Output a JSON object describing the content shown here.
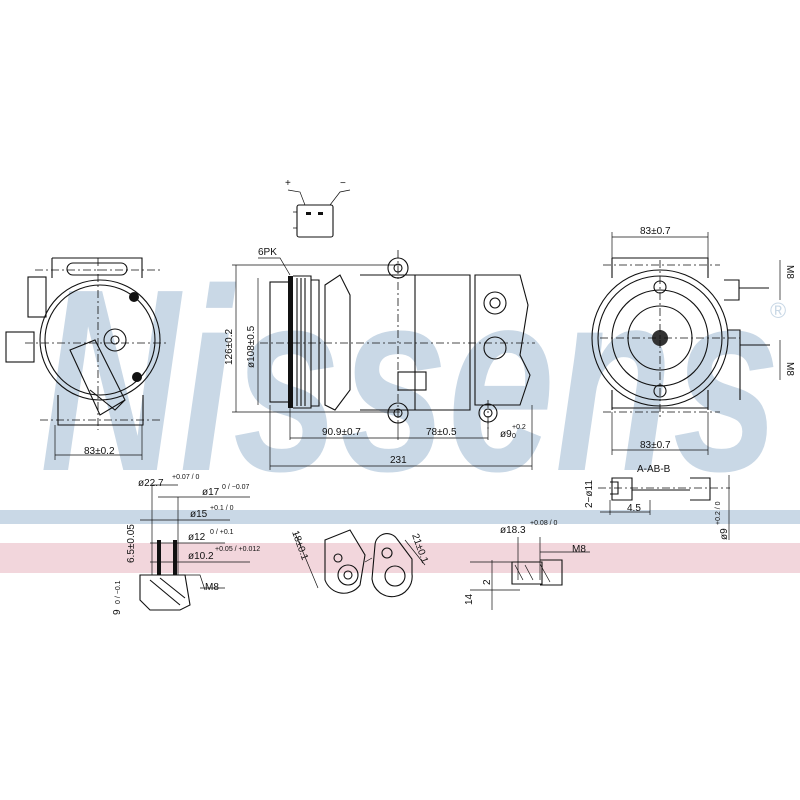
{
  "watermark": {
    "brand": "Nissens",
    "registered_mark": "®",
    "color": "#c9d8e6",
    "band_blue": "#c9d8e6",
    "band_pink": "#f2d6dc"
  },
  "connector": {
    "plus": "+",
    "minus": "−"
  },
  "side_view": {
    "belt": "6PK",
    "height": "126±0.2",
    "pulley_dia": "ø108±0.5",
    "len_a": "90.9±0.7",
    "len_b": "78±0.5",
    "hole": "ø9",
    "hole_tol_upper": "+0.2",
    "hole_tol_lower": "0",
    "total": "231"
  },
  "front_view": {
    "width": "83±0.2"
  },
  "rear_view": {
    "width_top": "83±0.7",
    "width_bottom": "83±0.7",
    "thread_top": "M8",
    "thread_bottom": "M8",
    "section_label": "A-AB-B",
    "bore": "2−ø11",
    "depth": "4.5",
    "hole": "ø9",
    "hole_tol": "+0.2 / 0"
  },
  "fitting_left": {
    "d1": "ø22.7",
    "d1_tol": "+0.07 / 0",
    "d2": "ø17",
    "d2_tol": "0 / −0.07",
    "d3": "ø15",
    "d3_tol": "+0.1 / 0",
    "d4": "ø12",
    "d4_tol": "0 / +0.1",
    "d5": "ø10.2",
    "d5_tol": "+0.05 / +0.012",
    "h1": "6.5±0.05",
    "h2": "9",
    "h2_tol": "0 / −0.1",
    "thread": "M8"
  },
  "flanges": {
    "dist_a": "18±0.1",
    "dist_b": "21±0.1"
  },
  "fitting_right": {
    "dia": "ø18.3",
    "dia_tol": "+0.08 / 0",
    "thread": "M8",
    "h1": "2",
    "h2": "14"
  }
}
